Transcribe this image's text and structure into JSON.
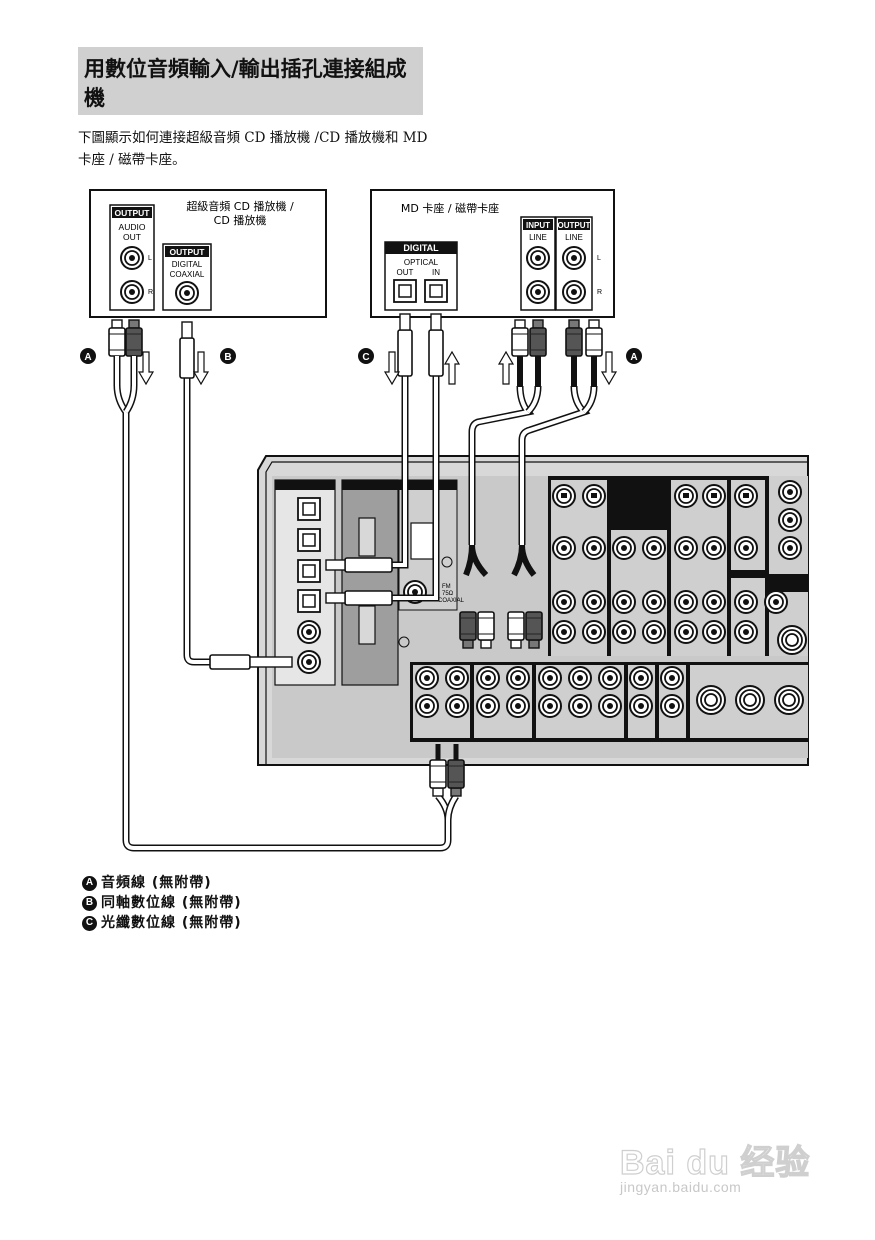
{
  "heading": "用數位音頻輸入/輸出插孔連接組成機",
  "intro": "下圖顯示如何連接超級音頻 CD 播放機 /CD 播放機和 MD 卡座 / 磁帶卡座。",
  "cd_player": {
    "title_line1": "超級音頻 CD 播放機 /",
    "title_line2": "CD 播放機",
    "output_tag": "OUTPUT",
    "audio_out_line1": "AUDIO",
    "audio_out_line2": "OUT",
    "digital_output_tag": "OUTPUT",
    "digital_line1": "DIGITAL",
    "digital_line2": "COAXIAL",
    "ch_l": "L",
    "ch_r": "R"
  },
  "md_deck": {
    "title": "MD 卡座 / 磁帶卡座",
    "digital_tag": "DIGITAL",
    "optical": "OPTICAL",
    "optical_out": "OUT",
    "optical_in": "IN",
    "input_tag": "INPUT",
    "output_tag": "OUTPUT",
    "line_in": "LINE",
    "line_out": "LINE",
    "ch_l": "L",
    "ch_r": "R"
  },
  "receiver": {
    "fm_label_1": "FM",
    "fm_label_2": "75Ω",
    "fm_label_3": "COAXIAL"
  },
  "callouts": {
    "a": "A",
    "b": "B",
    "c": "C"
  },
  "legend": [
    {
      "badge": "A",
      "text": "音頻線 (無附帶)"
    },
    {
      "badge": "B",
      "text": "同軸數位線 (無附帶)"
    },
    {
      "badge": "C",
      "text": "光纖數位線 (無附帶)"
    }
  ],
  "watermark": {
    "main": "Bai du 经验",
    "sub": "jingyan.baidu.com"
  }
}
